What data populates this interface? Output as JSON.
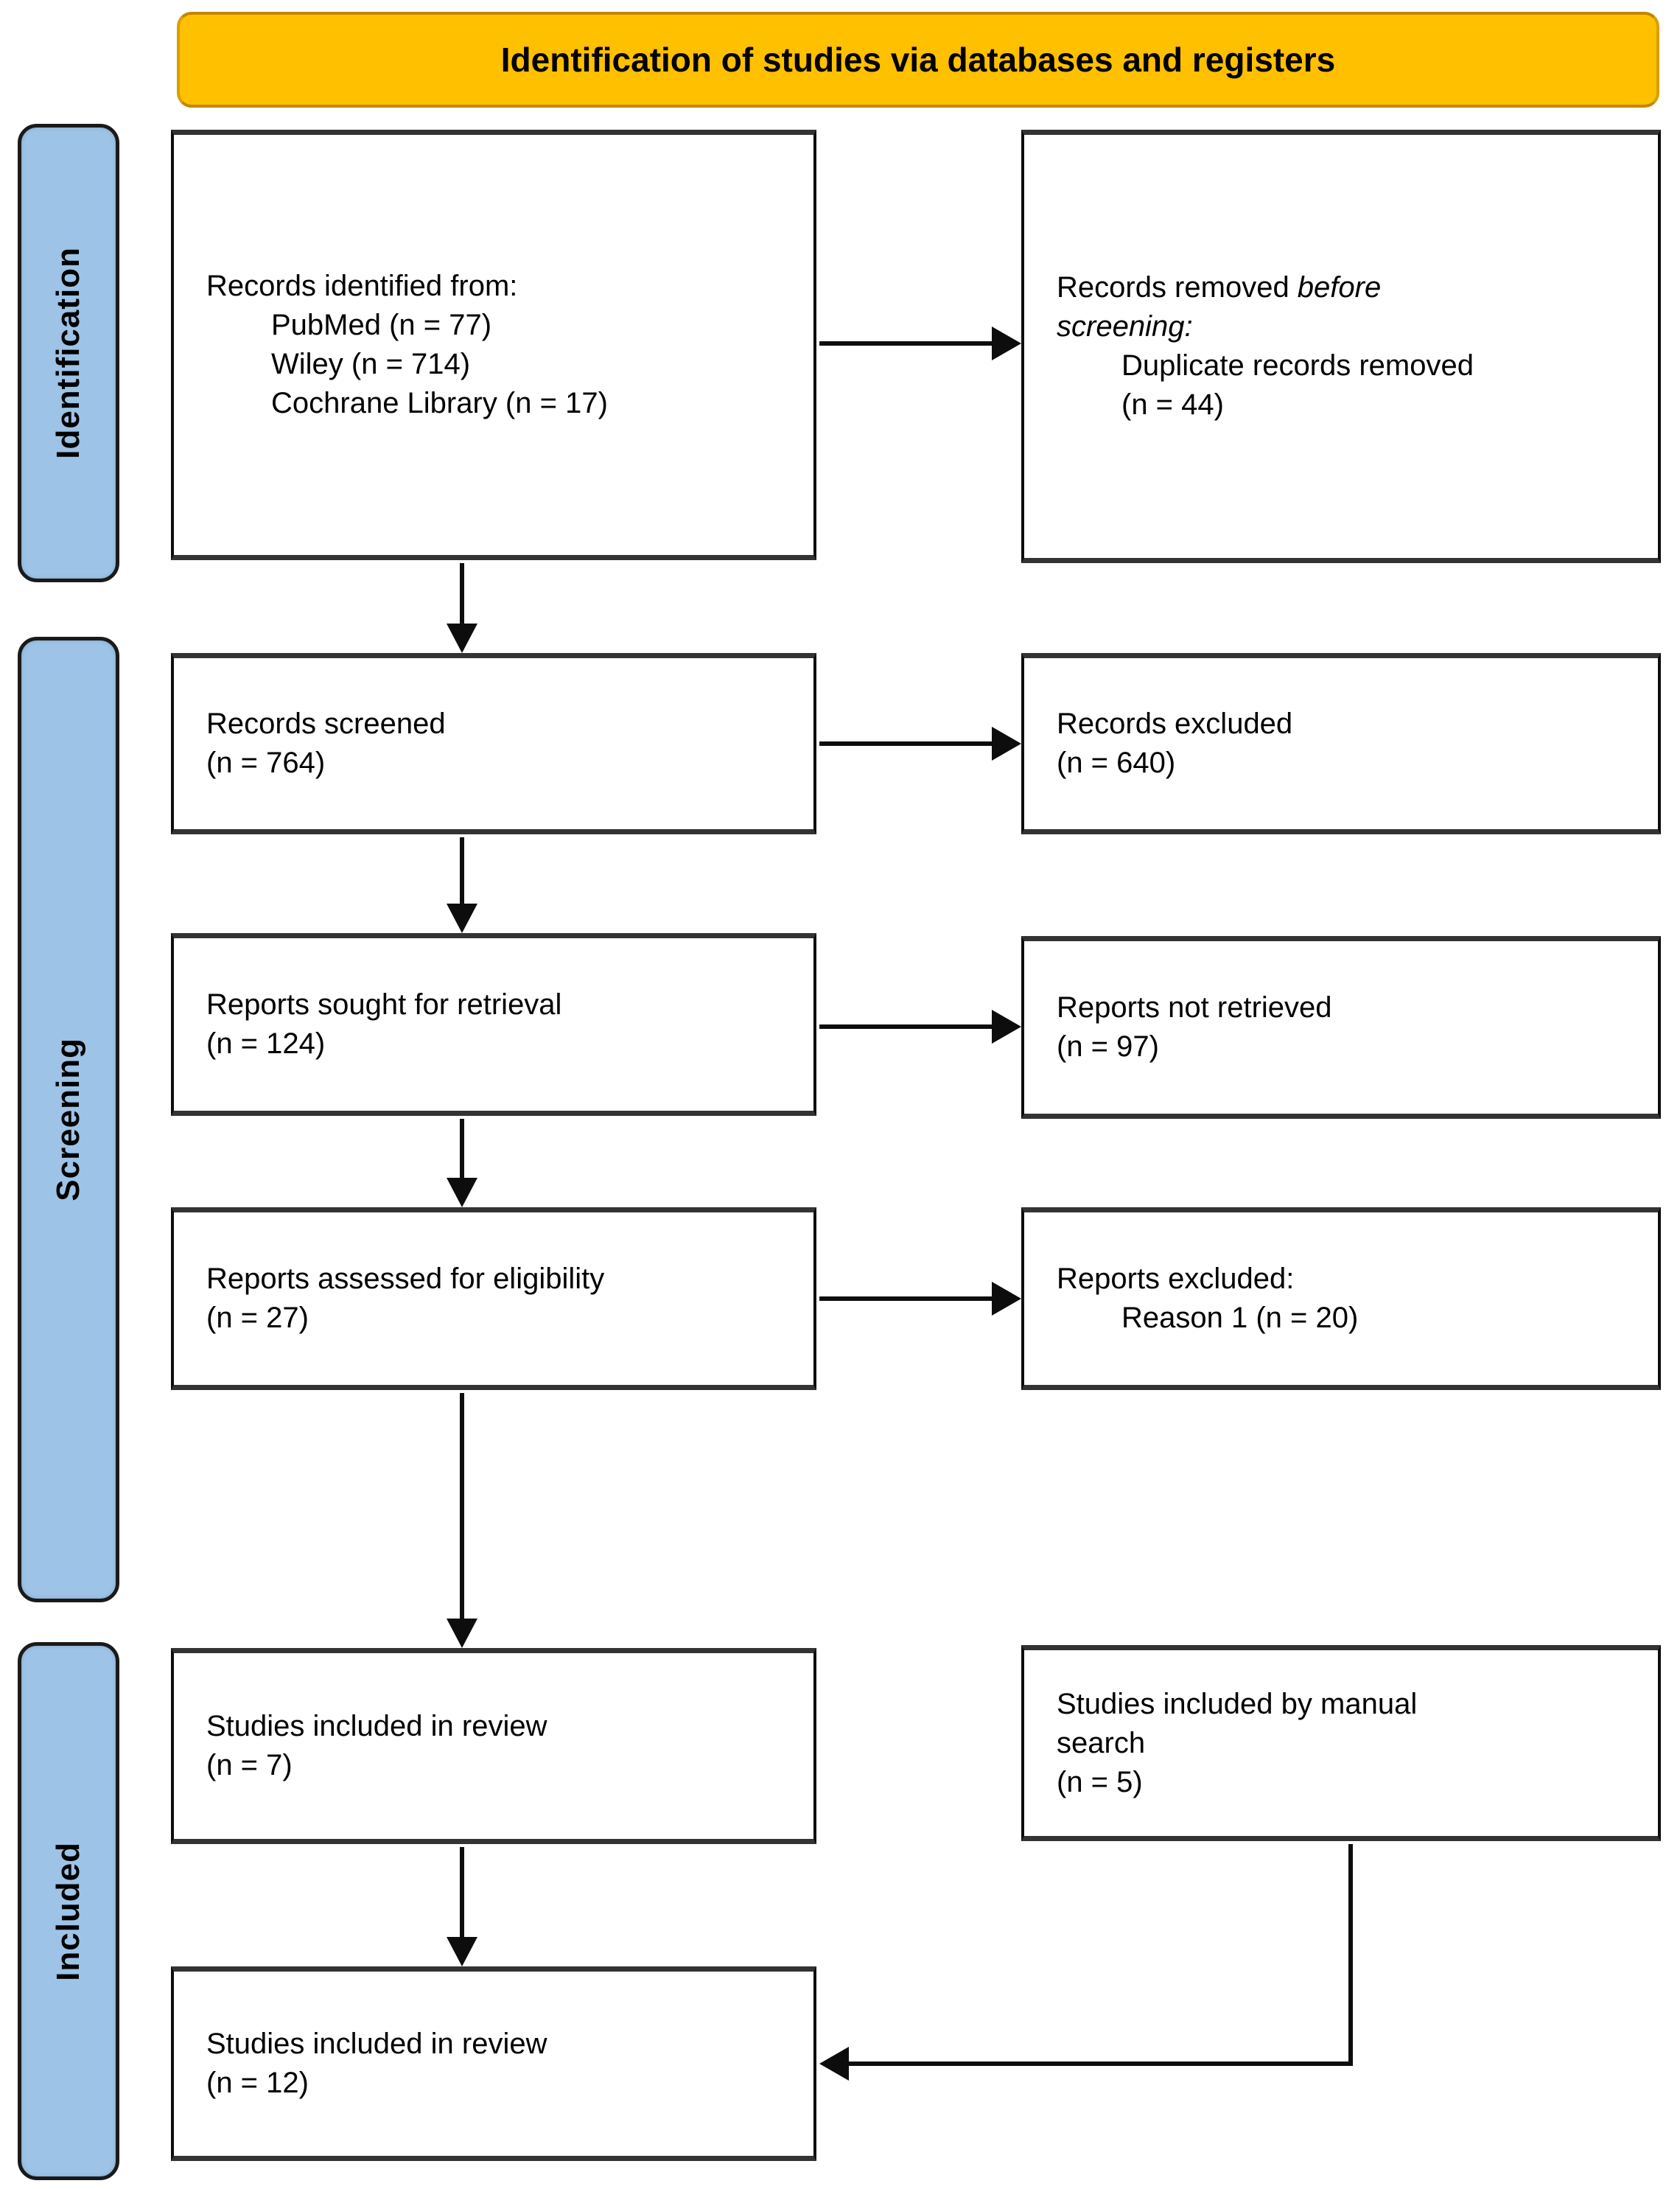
{
  "colors": {
    "header_bg": "#FFC000",
    "header_border": "#D99E00",
    "stage_bg": "#9DC3E6",
    "stage_border": "#1A1A1A",
    "box_bg": "#FFFFFF",
    "box_border": "#000000",
    "arrow": "#0D0D0D",
    "text": "#000000"
  },
  "header": {
    "title": "Identification of studies via databases and registers"
  },
  "stages": [
    {
      "label": "Identification"
    },
    {
      "label": "Screening"
    },
    {
      "label": "Included"
    }
  ],
  "boxes": {
    "records_identified": {
      "lines": [
        "Records identified from:",
        "PubMed (n = 77)",
        "Wiley (n = 714)",
        "Cochrane Library (n = 17)"
      ]
    },
    "records_removed": {
      "normal_prefix": "Records removed ",
      "italic_part1": "before",
      "italic_part2": "screening:",
      "lines": [
        "Duplicate records removed",
        "(n = 44)"
      ]
    },
    "records_screened": {
      "lines": [
        "Records screened",
        "(n = 764)"
      ]
    },
    "records_excluded": {
      "lines": [
        "Records excluded",
        "(n = 640)"
      ]
    },
    "reports_sought": {
      "lines": [
        "Reports sought for retrieval",
        "(n = 124)"
      ]
    },
    "reports_not_retrieved": {
      "lines": [
        "Reports not retrieved",
        "(n = 97)"
      ]
    },
    "reports_assessed": {
      "lines": [
        "Reports assessed for eligibility",
        "(n = 27)"
      ]
    },
    "reports_excluded": {
      "lines": [
        "Reports excluded:",
        "Reason 1 (n = 20)"
      ]
    },
    "studies_included_review": {
      "lines": [
        "Studies included in review",
        "(n = 7)"
      ]
    },
    "studies_manual_search": {
      "lines": [
        "Studies included by manual",
        "search",
        "(n = 5)"
      ]
    },
    "studies_included_final": {
      "lines": [
        "Studies included in review",
        "(n = 12)"
      ]
    }
  }
}
